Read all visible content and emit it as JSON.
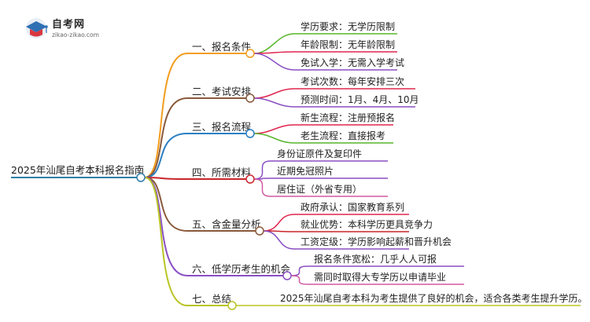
{
  "logo": {
    "name": "自考网",
    "url": "zikao-zikao.com"
  },
  "root": {
    "label": "2025年汕尾自考本科报名指南",
    "color": "#2f7ea8"
  },
  "branches": [
    {
      "label": "一、报名条件",
      "color": "#f29d1f",
      "leaf_color": "#5ab82f",
      "leaves": [
        "学历要求：无学历限制",
        "年龄限制：无年龄限制",
        "免试入学：无需入学考试"
      ],
      "leaf_colors": [
        "#57b52c",
        "#e0264e",
        "#8a4fc3"
      ]
    },
    {
      "label": "二、考试安排",
      "color": "#8a5a3c",
      "leaves": [
        "考试次数：每年安排三次",
        "预测时间：1月、4月、10月"
      ],
      "leaf_colors": [
        "#e0264e",
        "#8a4fc3"
      ]
    },
    {
      "label": "三、报名流程",
      "color": "#2b7fc2",
      "leaves": [
        "新生流程：注册预报名",
        "老生流程：直接报考"
      ],
      "leaf_colors": [
        "#e0264e",
        "#57b52c"
      ]
    },
    {
      "label": "四、所需材料",
      "color": "#c9262c",
      "leaves": [
        "身份证原件及复印件",
        "近期免冠照片",
        "居住证（外省专用）"
      ],
      "leaf_colors": [
        "#8a4fc3",
        "#8a4fc3",
        "#d05aa0"
      ]
    },
    {
      "label": "五、含金量分析",
      "color": "#8a5a3c",
      "leaves": [
        "政府承认：国家教育系列",
        "就业优势：本科学历更具竞争力",
        "工资定级：学历影响起薪和晋升机会"
      ],
      "leaf_colors": [
        "#e0264e",
        "#c9262c",
        "#8a4fc3"
      ]
    },
    {
      "label": "六、低学历考生的机会",
      "color": "#8a4fc3",
      "leaves": [
        "报名条件宽松：几乎人人可报",
        "需同时取得大专学历以申请毕业"
      ],
      "leaf_colors": [
        "#8a4fc3",
        "#d05aa0"
      ]
    },
    {
      "label": "七、总结",
      "color": "#b9c524",
      "leaves": [
        "2025年汕尾自考本科为考生提供了良好的机会，适合各类考生提升学历。"
      ],
      "leaf_colors": [
        "#b9c524"
      ]
    }
  ]
}
